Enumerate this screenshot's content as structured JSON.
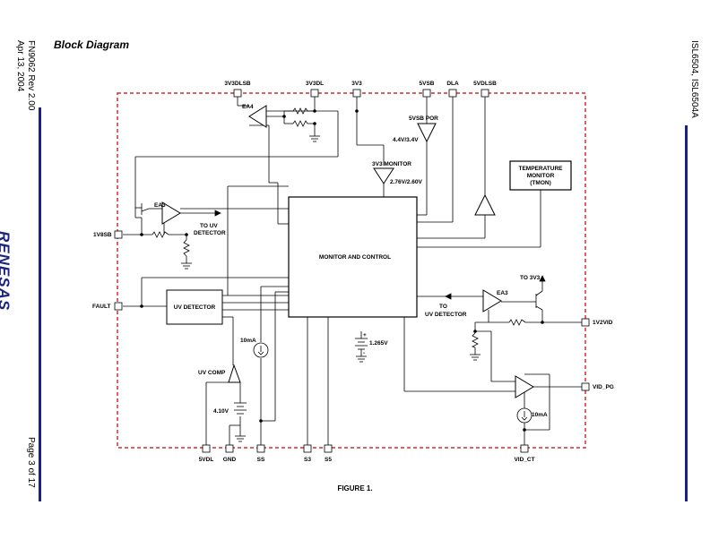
{
  "header": {
    "left_doc": "FN9062 Rev 2.00",
    "left_date": "Apr 13, 2004",
    "left_page": "Page 3 of 17",
    "right_parts": "ISL6504, ISL6504A",
    "logo": "RENESAS"
  },
  "title": "Block Diagram",
  "caption": "FIGURE 1.",
  "pins": {
    "v3v3dlsb": "3V3DLSB",
    "v3v3dl": "3V3DL",
    "v3v3": "3V3",
    "v5vsb": "5VSB",
    "dla": "DLA",
    "v5vdlsb": "5VDLSB",
    "v1v8sb": "1V8SB",
    "fault": "FAULT",
    "v1v2vid": "1V2VID",
    "vid_pg": "VID_PG",
    "v5vdl": "5VDL",
    "gnd": "GND",
    "ss": "SS",
    "s3": "S3",
    "s5": "S5",
    "vid_ct": "VID_CT"
  },
  "blocks": {
    "monitor_control": "MONITOR AND CONTROL",
    "uv_detector": "UV DETECTOR",
    "temp_line1": "TEMPERATURE",
    "temp_line2": "MONITOR",
    "temp_line3": "(TMON)"
  },
  "labels": {
    "ea4": "EA4",
    "ea3_left": "EA3",
    "ea3_right": "EA3",
    "to_uv_1": "TO UV",
    "detector_1": "DETECTOR",
    "to_2": "TO",
    "uv_detector_2": "UV DETECTOR",
    "to_3v3": "TO 3V3",
    "por": "5VSB POR",
    "por_th": "4.4V/3.4V",
    "mon3v3": "3V3 MONITOR",
    "mon3v3_th": "2.76V/2.60V",
    "ref_1265": "1.265V",
    "ref_410": "4.10V",
    "cur_ss": "10mA",
    "cur_vid": "10mA",
    "uv_comp": "UV COMP",
    "plus": "+",
    "minus": "-"
  },
  "colors": {
    "boundary": "#d32f2f",
    "sidebar": "#1a237e",
    "line": "#000000"
  }
}
